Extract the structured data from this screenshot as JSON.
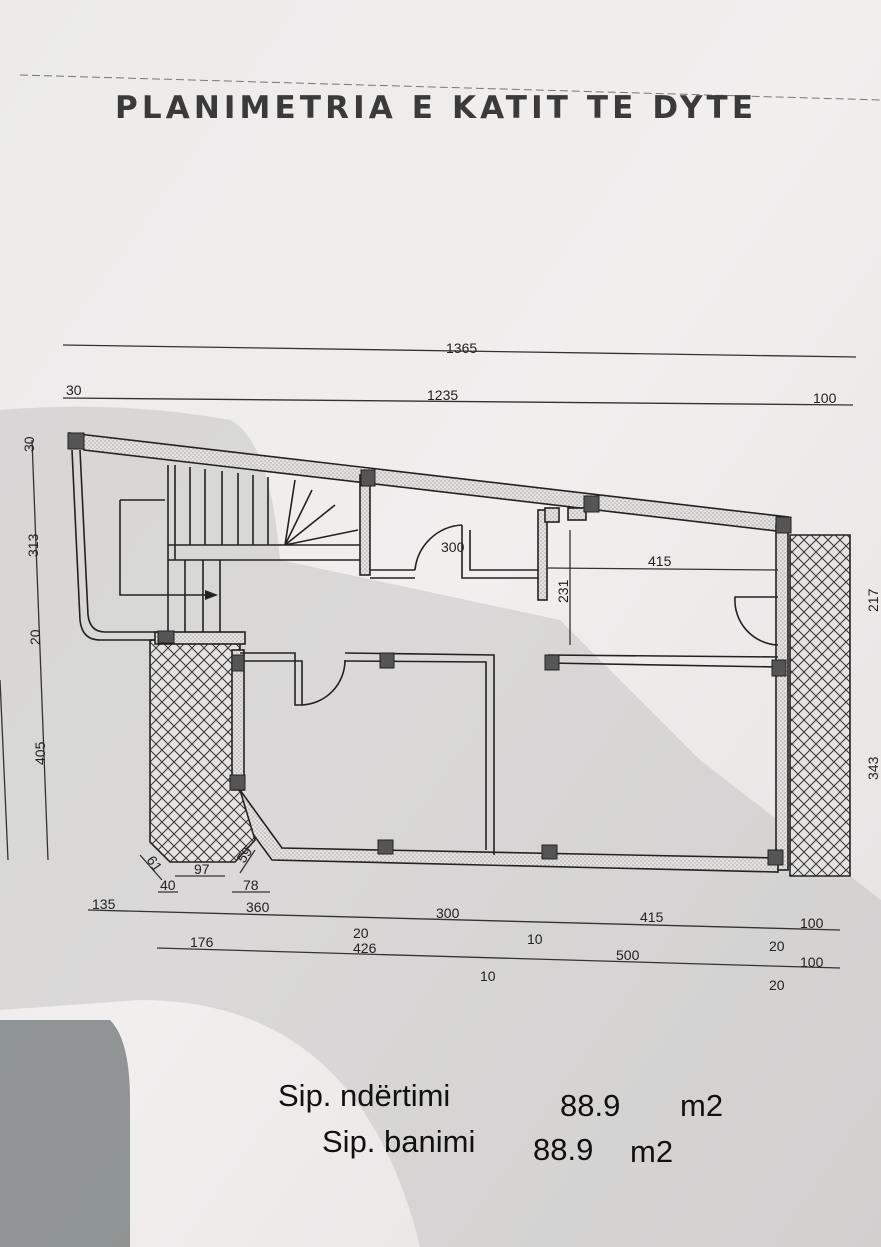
{
  "title": "PLANIMETRIA E KATIT TE DYTE",
  "dimensions": {
    "top_total": "1365",
    "top_left": "30",
    "top_middle": "1235",
    "top_right": "100",
    "left_30": "30",
    "left_313": "313",
    "left_20": "20",
    "left_405": "405",
    "right_217": "217",
    "right_343": "343",
    "interior_300": "300",
    "interior_415": "415",
    "interior_231": "231",
    "chamfer_61": "61",
    "chamfer_97": "97",
    "chamfer_59": "59",
    "small_40": "40",
    "small_78": "78",
    "bottom1": [
      "135",
      "360",
      "300",
      "415",
      "100"
    ],
    "bottom2": [
      "176",
      "426",
      "500",
      "100"
    ],
    "bottom_20a": "20",
    "bottom_10a": "10",
    "bottom_20b": "20",
    "bottom_10b": "10",
    "bottom_20c": "20"
  },
  "areas": {
    "build_label": "Sip. ndërtimi",
    "build_value": "88.9",
    "build_unit": "m2",
    "living_label": "Sip. banimi",
    "living_value": "88.9",
    "living_unit": "m2"
  }
}
